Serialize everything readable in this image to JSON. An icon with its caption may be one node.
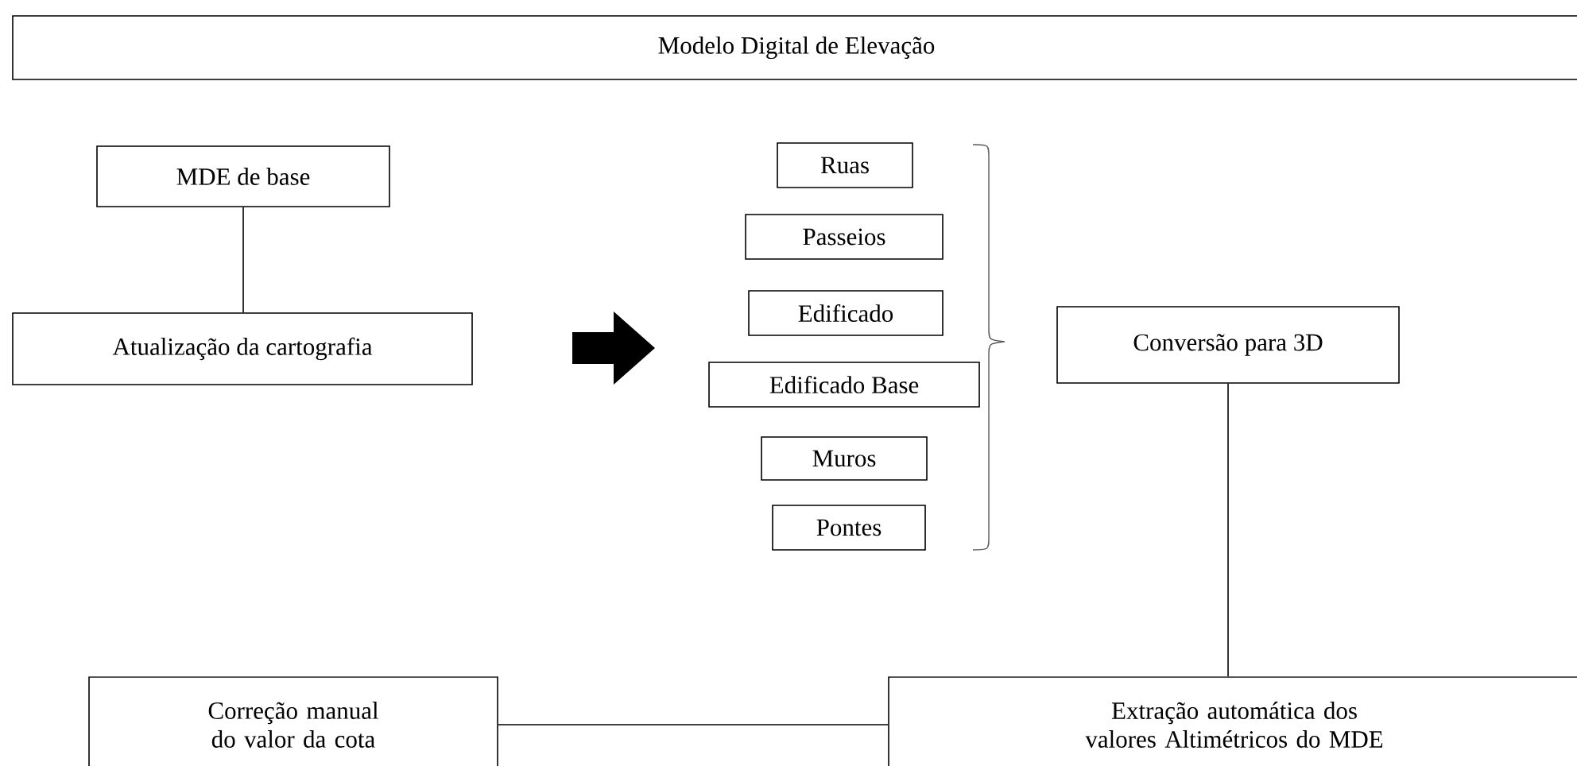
{
  "diagram": {
    "nodes": [
      {
        "text": [
          "Modelo Digital de Elevação"
        ]
      },
      {
        "text": [
          "MDE de base"
        ]
      },
      {
        "text": [
          "Atualização da cartografia"
        ]
      },
      {
        "text": [
          "Ruas"
        ]
      },
      {
        "text": [
          "Passeios"
        ]
      },
      {
        "text": [
          "Edificado"
        ]
      },
      {
        "text": [
          "Edificado Base"
        ]
      },
      {
        "text": [
          "Muros"
        ]
      },
      {
        "text": [
          "Pontes"
        ]
      },
      {
        "text": [
          "Conversão para 3D"
        ]
      },
      {
        "text": [
          "Correção manual do valor da cota"
        ]
      },
      {
        "text": [
          "Extração automática dos valores Altimétricos do MDE"
        ]
      }
    ],
    "edges": [
      {
        "from": 1,
        "to": 2,
        "arrow": "none"
      },
      {
        "from": 9,
        "to": 11,
        "arrow": "none"
      },
      {
        "from": 10,
        "to": 11,
        "arrow": "none"
      }
    ]
  }
}
